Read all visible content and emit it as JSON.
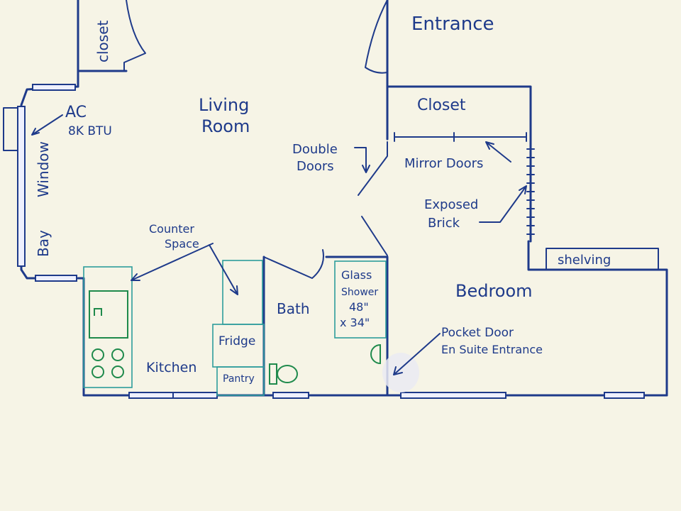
{
  "colors": {
    "paper": "#f6f4e6",
    "ink_blue": "#1e3a8a",
    "teal_fixture": "#2d9c9c",
    "green_fixture": "#1f8a4c"
  },
  "labels": {
    "closet_top": "closet",
    "entrance": "Entrance",
    "living_line1": "Living",
    "living_line2": "Room",
    "ac_line1": "AC",
    "ac_line2": "8K BTU",
    "closet_main": "Closet",
    "double_line1": "Double",
    "double_line2": "Doors",
    "mirror_doors": "Mirror Doors",
    "exposed_line1": "Exposed",
    "exposed_line2": "Brick",
    "bay": "Bay",
    "window": "Window",
    "counter_line1": "Counter",
    "counter_line2": "Space",
    "shelving": "shelving",
    "bath": "Bath",
    "glass_line1": "Glass",
    "glass_line2": "Shower",
    "glass_line3": "48\"",
    "glass_line4": "x 34\"",
    "bedroom": "Bedroom",
    "fridge": "Fridge",
    "pocket_line1": "Pocket Door",
    "pocket_line2": "En Suite Entrance",
    "kitchen": "Kitchen",
    "pantry": "Pantry"
  }
}
